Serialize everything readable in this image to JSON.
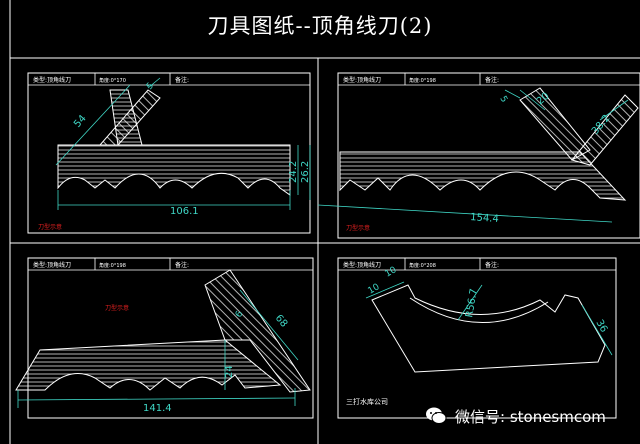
{
  "title": "刀具图纸--顶角线刀(2)",
  "watermark": "微信号: stonesmcom",
  "colors": {
    "background": "#000000",
    "lines": "#ffffff",
    "dimensions": "#3fd7c6",
    "frame": "#ffffff",
    "note": "#e02020"
  },
  "panels": [
    {
      "header": {
        "type_label": "类型:",
        "type_value": "顶角线刀",
        "angle": "角度:0°170",
        "remark": "备注:"
      },
      "dims": [
        "54",
        "5",
        "106.1",
        "24.2",
        "26.2"
      ],
      "note": "刀型示意"
    },
    {
      "header": {
        "type_label": "类型:",
        "type_value": "顶角线刀",
        "angle": "角度:0°198",
        "remark": "备注:"
      },
      "dims": [
        "5",
        "20",
        "38.2",
        "154.4"
      ],
      "note": "刀型示意"
    },
    {
      "header": {
        "type_label": "类型:",
        "type_value": "顶角线刀",
        "angle": "角度:0°198",
        "remark": "备注:"
      },
      "dims": [
        "6",
        "68",
        "24",
        "141.4"
      ],
      "note": "刀型示意"
    },
    {
      "header": {
        "type_label": "类型:",
        "type_value": "顶角线刀",
        "angle": "角度:0°208",
        "remark": "备注:"
      },
      "dims": [
        "10",
        "10",
        "R56.7",
        "36"
      ],
      "note": "三打水库公司"
    }
  ]
}
